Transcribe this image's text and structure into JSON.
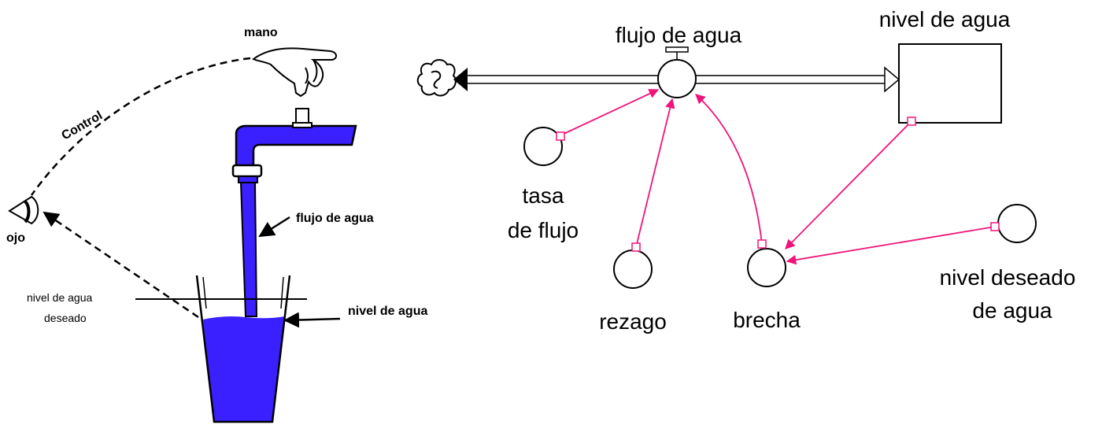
{
  "physical": {
    "mano": "mano",
    "control": "Control",
    "ojo": "ojo",
    "flujo_de_agua": "flujo de agua",
    "nivel_deseado_line1": "nivel de agua",
    "nivel_deseado_line2": "deseado",
    "nivel_de_agua": "nivel de agua"
  },
  "model": {
    "flow_label": "flujo de agua",
    "stock_label": "nivel de agua",
    "tasa_line1": "tasa",
    "tasa_line2": "de flujo",
    "rezago": "rezago",
    "brecha": "brecha",
    "deseado_line1": "nivel deseado",
    "deseado_line2": "de agua"
  },
  "colors": {
    "water": "#3a1fff",
    "link": "#f0147a",
    "outline": "#000000"
  }
}
